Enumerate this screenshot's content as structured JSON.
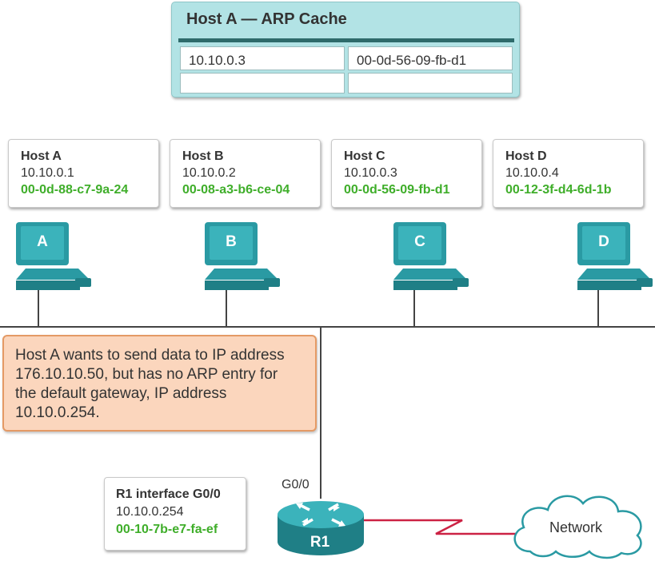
{
  "arp_cache": {
    "title": "Host A — ARP Cache",
    "rows": [
      {
        "ip": "10.10.0.3",
        "mac": "00-0d-56-09-fb-d1"
      },
      {
        "ip": "",
        "mac": ""
      }
    ]
  },
  "hosts": [
    {
      "name": "Host A",
      "ip": "10.10.0.1",
      "mac": "00-0d-88-c7-9a-24",
      "letter": "A"
    },
    {
      "name": "Host B",
      "ip": "10.10.0.2",
      "mac": "00-08-a3-b6-ce-04",
      "letter": "B"
    },
    {
      "name": "Host C",
      "ip": "10.10.0.3",
      "mac": "00-0d-56-09-fb-d1",
      "letter": "C"
    },
    {
      "name": "Host D",
      "ip": "10.10.0.4",
      "mac": "00-12-3f-d4-6d-1b",
      "letter": "D"
    }
  ],
  "note": {
    "lines": [
      "Host A wants to send data to IP address",
      "176.10.10.50, but has no ARP entry for",
      "the default gateway, IP address",
      "10.10.0.254."
    ]
  },
  "router": {
    "box_title": "R1 interface G0/0",
    "ip": "10.10.0.254",
    "mac": "00-10-7b-e7-fa-ef",
    "interface": "G0/0",
    "name": "R1"
  },
  "cloud_label": "Network",
  "colors": {
    "mac_green": "#3fae2a",
    "computer_teal": "#2a9aa3",
    "note_fill": "#fbd6bd",
    "note_border": "#e49a65",
    "arp_panel": "#b2e3e5",
    "wan_link": "#cc2244"
  },
  "icons": [
    "computer-icon",
    "router-icon",
    "cloud-icon"
  ]
}
